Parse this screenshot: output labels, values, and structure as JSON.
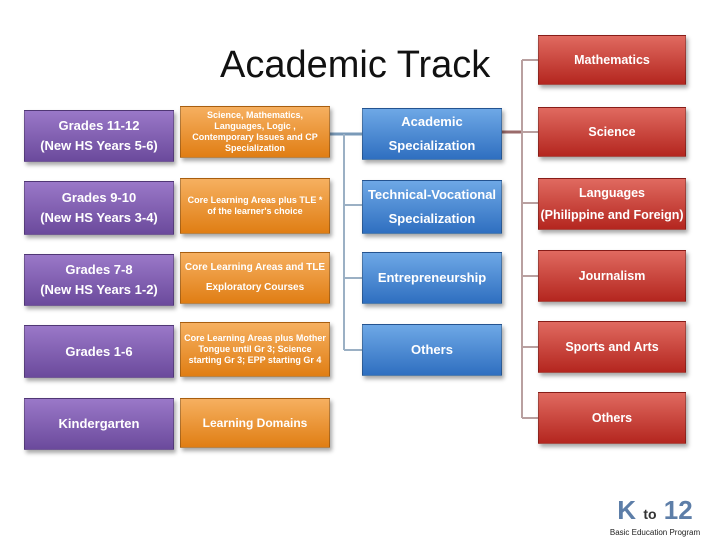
{
  "title": "Academic Track",
  "grades": [
    {
      "line1": "Grades 11-12",
      "line2": "(New HS Years 5-6)"
    },
    {
      "line1": "Grades 9-10",
      "line2": "(New HS Years 3-4)"
    },
    {
      "line1": "Grades 7-8",
      "line2": "(New HS Years 1-2)"
    },
    {
      "line1": "Grades 1-6",
      "line2": ""
    },
    {
      "line1": "Kindergarten",
      "line2": ""
    }
  ],
  "curriculum": [
    "Science, Mathematics, Languages, Logic , Contemporary Issues and CP Specialization",
    "Core Learning Areas plus TLE * of the learner's choice",
    "Core Learning Areas and TLE Exploratory Courses",
    "Core Learning Areas plus Mother Tongue until Gr 3; Science starting Gr 3; EPP starting Gr 4",
    "Learning Domains"
  ],
  "tracks": [
    {
      "line1": "Academic",
      "line2": "Specialization"
    },
    {
      "line1": "Technical-Vocational",
      "line2": "Specialization"
    },
    {
      "line1": "Entrepreneurship",
      "line2": ""
    },
    {
      "line1": "Others",
      "line2": ""
    }
  ],
  "specializations": [
    {
      "line1": "Mathematics",
      "line2": ""
    },
    {
      "line1": "Science",
      "line2": ""
    },
    {
      "line1": "Languages",
      "line2": "(Philippine and Foreign)"
    },
    {
      "line1": "Journalism",
      "line2": ""
    },
    {
      "line1": "Sports and Arts",
      "line2": ""
    },
    {
      "line1": "Others",
      "line2": ""
    }
  ],
  "logo": {
    "k": "K",
    "to": "to",
    "num": "12",
    "subtitle": "Basic Education Program"
  },
  "colors": {
    "purple": "#7b5aaa",
    "orange": "#f0962a",
    "blue": "#3f82d0",
    "red": "#c8362e",
    "connector": "#b0b0b0"
  }
}
